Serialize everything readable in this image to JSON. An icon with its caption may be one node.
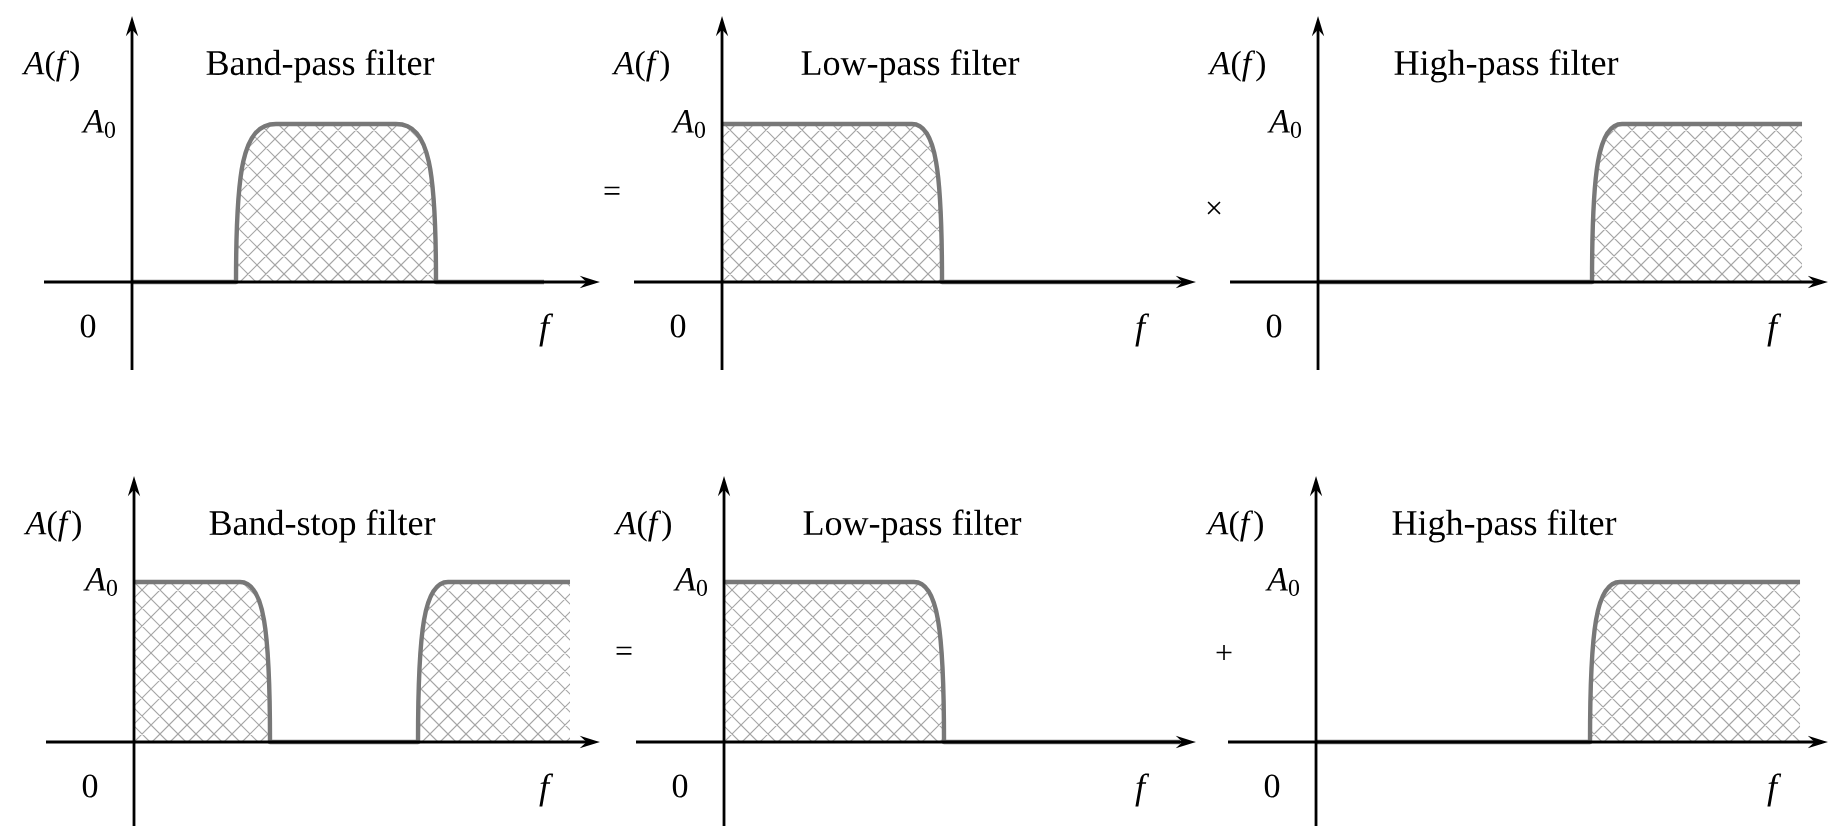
{
  "diagram": {
    "labels": [
      "*A*(*f*)",
      "Band-pass filter",
      "*A*$_{0}$",
      "0",
      "f",
      "=",
      "*A*(*f*)",
      "Low-pass filter",
      "*A*$_{0}$",
      "0",
      "f",
      "×",
      "*A*(*f*)",
      "High-pass filter",
      "*A*$_{0}$",
      "0",
      "f",
      "*A*(*f*)",
      "Band-stop filter",
      "*A*$_{0}$",
      "0",
      "f",
      "=",
      "*A*(*f*)",
      "Low-pass filter",
      "*A*$_{0}$",
      "0",
      "f",
      "+",
      "*A*(*f*)",
      "High-pass filter",
      "*A*$_{0}$",
      "0",
      "f"
    ]
  }
}
